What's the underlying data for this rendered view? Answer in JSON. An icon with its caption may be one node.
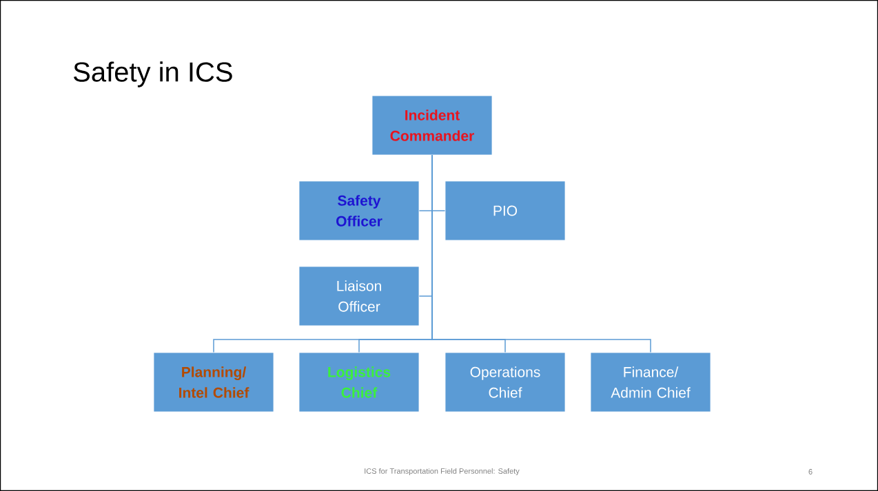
{
  "diagram": {
    "title": "Safety in ICS",
    "nodes": [
      {
        "text": [
          "Incident Commander"
        ]
      },
      {
        "text": [
          "Safety Officer"
        ]
      },
      {
        "text": [
          "PIO"
        ]
      },
      {
        "text": [
          "Liaison Officer"
        ]
      },
      {
        "text": [
          "Planning/ Intel Chief"
        ]
      },
      {
        "text": [
          "Logistics Chief"
        ]
      },
      {
        "text": [
          "Operations Chief"
        ]
      },
      {
        "text": [
          "Finance/ Admin Chief"
        ]
      }
    ],
    "edges": [
      {
        "from": 0,
        "to": 1,
        "arrow": "none"
      },
      {
        "from": 0,
        "to": 2,
        "arrow": "none"
      },
      {
        "from": 0,
        "to": 3,
        "arrow": "none"
      },
      {
        "from": 0,
        "to": 4,
        "arrow": "none"
      },
      {
        "from": 0,
        "to": 5,
        "arrow": "none"
      },
      {
        "from": 0,
        "to": 6,
        "arrow": "none"
      },
      {
        "from": 0,
        "to": 7,
        "arrow": "none"
      }
    ],
    "labels": [
      "ICS for Transportation Field Personnel: Safety",
      "6"
    ]
  }
}
